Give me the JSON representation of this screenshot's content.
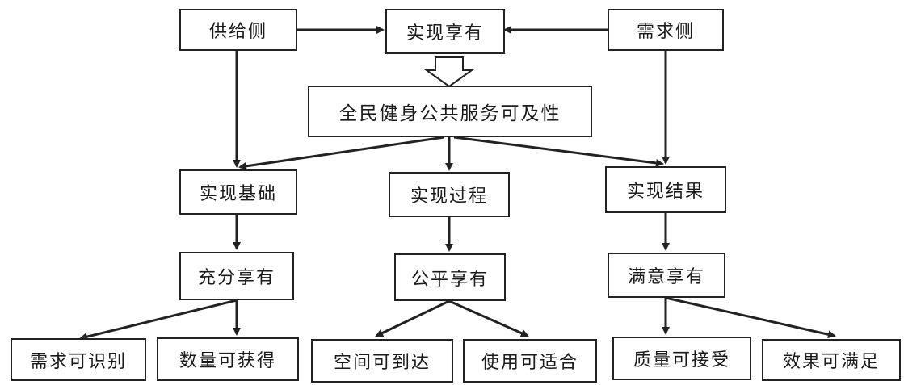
{
  "nodes": {
    "supply_side": "供给侧",
    "realize_enjoy": "实现享有",
    "demand_side": "需求侧",
    "core": "全民健身公共服务可及性",
    "realize_basis": "实现基础",
    "realize_process": "实现过程",
    "realize_result": "实现结果",
    "full_enjoy": "充分享有",
    "fair_enjoy": "公平享有",
    "satisfied_enjoy": "满意享有",
    "need_identifiable": "需求可识别",
    "quantity_obtainable": "数量可获得",
    "space_reachable": "空间可到达",
    "use_suitable": "使用可适合",
    "quality_acceptable": "质量可接受",
    "effect_satisfying": "效果可满足"
  },
  "colors": {
    "line": "#222222",
    "text": "#1a1a1a",
    "background": "#ffffff"
  }
}
